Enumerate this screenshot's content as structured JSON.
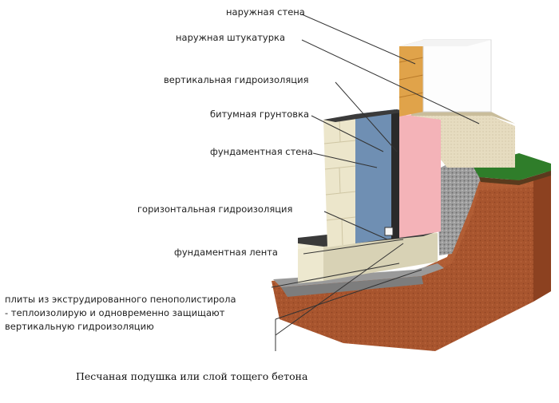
{
  "labels": {
    "outer_wall": "наружная стена",
    "outer_plaster": "наружная штукатурка",
    "vertical_waterproofing": "вертикальная гидроизоляция",
    "bitumen_primer": "битумная грунтовка",
    "foundation_wall": "фундаментная стена",
    "horizontal_waterproofing": "горизонтальная гидроизоляция",
    "foundation_strip": "фундаментная лента",
    "insulation_note": [
      "плиты из экструдированного пенополистирола",
      "- теплоизолирую и одновременно защищают",
      "вертикальную гидроизоляцию"
    ],
    "sand_cushion": "Песчаная подушка или слой тощего бетона"
  },
  "colors": {
    "soil": "#a8552e",
    "insulation": "#f4b3b8",
    "waterproofing_membrane": "#6f8fb3",
    "concrete": "#e8e3c9",
    "brick": "#e0a34a",
    "grass": "#2f7d2a",
    "leader_line": "#333333"
  }
}
